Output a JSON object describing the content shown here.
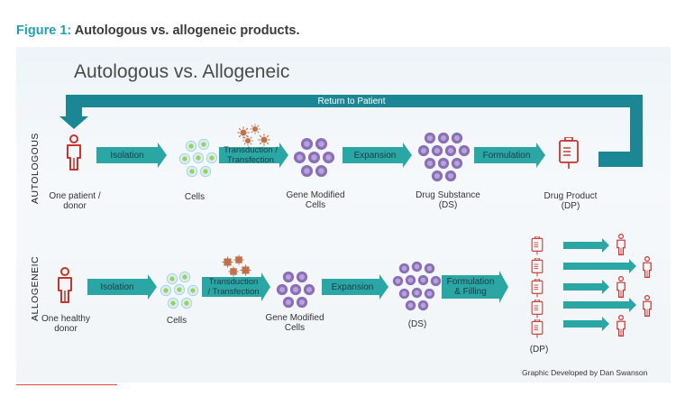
{
  "figure": {
    "number_label": "Figure 1:",
    "caption": "Autologous vs. allogeneic products."
  },
  "diagram": {
    "title": "Autologous vs. Allogeneic",
    "return_label": "Return to Patient",
    "credit": "Graphic Developed  by Dan Swanson",
    "colors": {
      "teal": "#2aa7a5",
      "teal_dark": "#1b8694",
      "red": "#c8342b",
      "purple": "#8a6fb8",
      "orange": "#c0714a"
    }
  },
  "autologous": {
    "row_label": "AUTOLOGOUS",
    "source_label_line1": "One patient /",
    "source_label_line2": "donor",
    "steps": {
      "isolation": "Isolation",
      "transduction_line1": "Transduction /",
      "transduction_line2": "Transfection",
      "expansion": "Expansion",
      "formulation": "Formulation"
    },
    "stages": {
      "cells": "Cells",
      "gene_modified_line1": "Gene Modified",
      "gene_modified_line2": "Cells",
      "ds_line1": "Drug Substance",
      "ds_line2": "(DS)",
      "dp_line1": "Drug Product",
      "dp_line2": "(DP)"
    }
  },
  "allogeneic": {
    "row_label": "ALLOGENEIC",
    "source_label_line1": "One healthy",
    "source_label_line2": "donor",
    "steps": {
      "isolation": "Isolation",
      "transduction_line1": "Transduction",
      "transduction_line2": "/ Transfection",
      "expansion": "Expansion",
      "formulation_line1": "Formulation",
      "formulation_line2": "& Filling"
    },
    "stages": {
      "cells": "Cells",
      "gene_modified_line1": "Gene Modified",
      "gene_modified_line2": "Cells",
      "ds": "(DS)",
      "dp": "(DP)"
    }
  }
}
